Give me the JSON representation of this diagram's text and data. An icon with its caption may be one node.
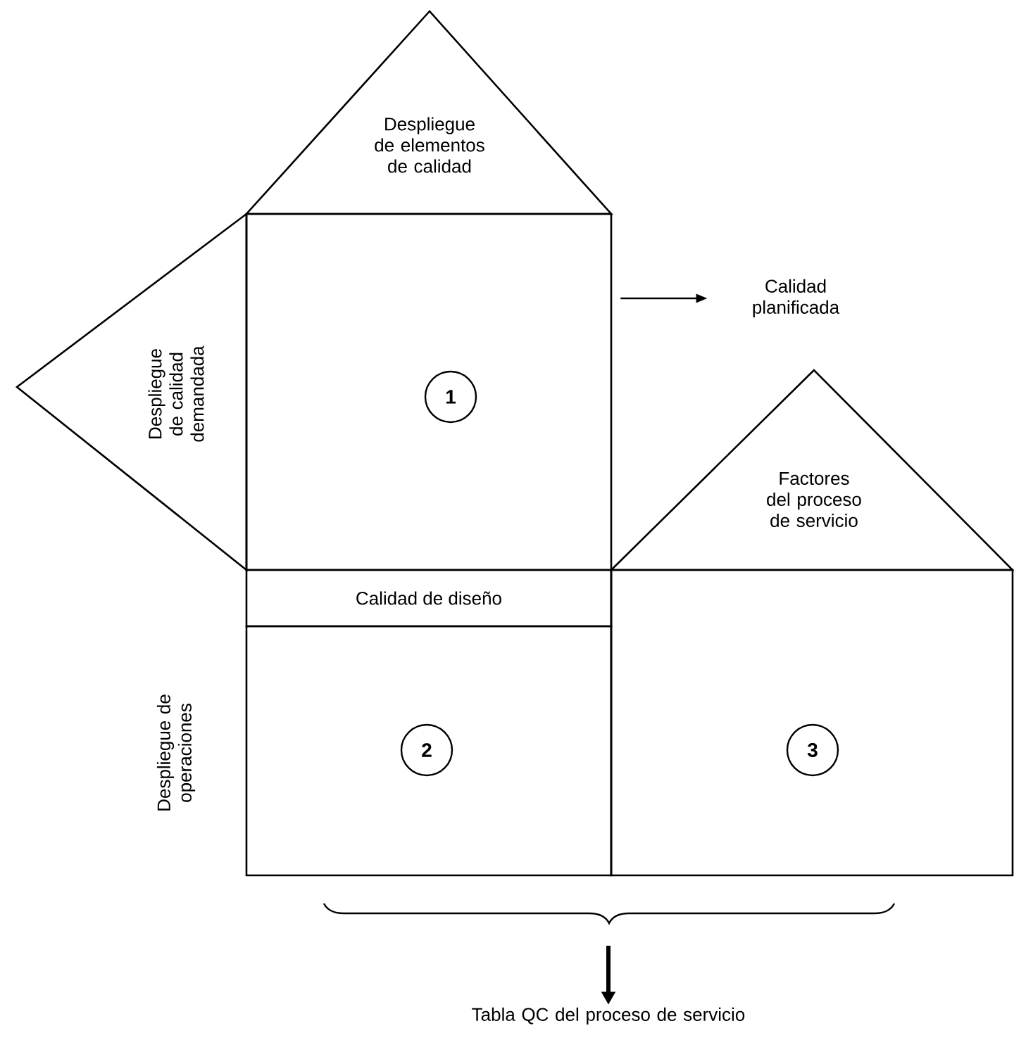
{
  "diagram": {
    "nodes": [
      {
        "text": [
          "Despliegue de elementos de calidad"
        ]
      },
      {
        "text": [
          "Despliegue de calidad demandada"
        ]
      },
      {
        "text": [],
        "shape": "box"
      },
      {
        "text": [
          "1"
        ],
        "in": 2
      },
      {
        "text": [
          "Calidad planificada"
        ]
      },
      {
        "text": [
          "Factores del proceso de servicio"
        ]
      },
      {
        "text": [
          "Calidad de diseño"
        ]
      },
      {
        "text": [],
        "shape": "box"
      },
      {
        "text": [
          "2"
        ],
        "in": 7
      },
      {
        "text": [],
        "shape": "box"
      },
      {
        "text": [
          "3"
        ],
        "in": 9
      },
      {
        "text": [
          "Tabla QC del proceso de servicio"
        ]
      }
    ],
    "edges": [
      {
        "from": 2,
        "to": 4,
        "arrow": "to"
      },
      {
        "from": null,
        "to": 11,
        "arrow": "to",
        "style": "thick"
      }
    ],
    "labels": [
      "Despliegue de operaciones"
    ]
  }
}
